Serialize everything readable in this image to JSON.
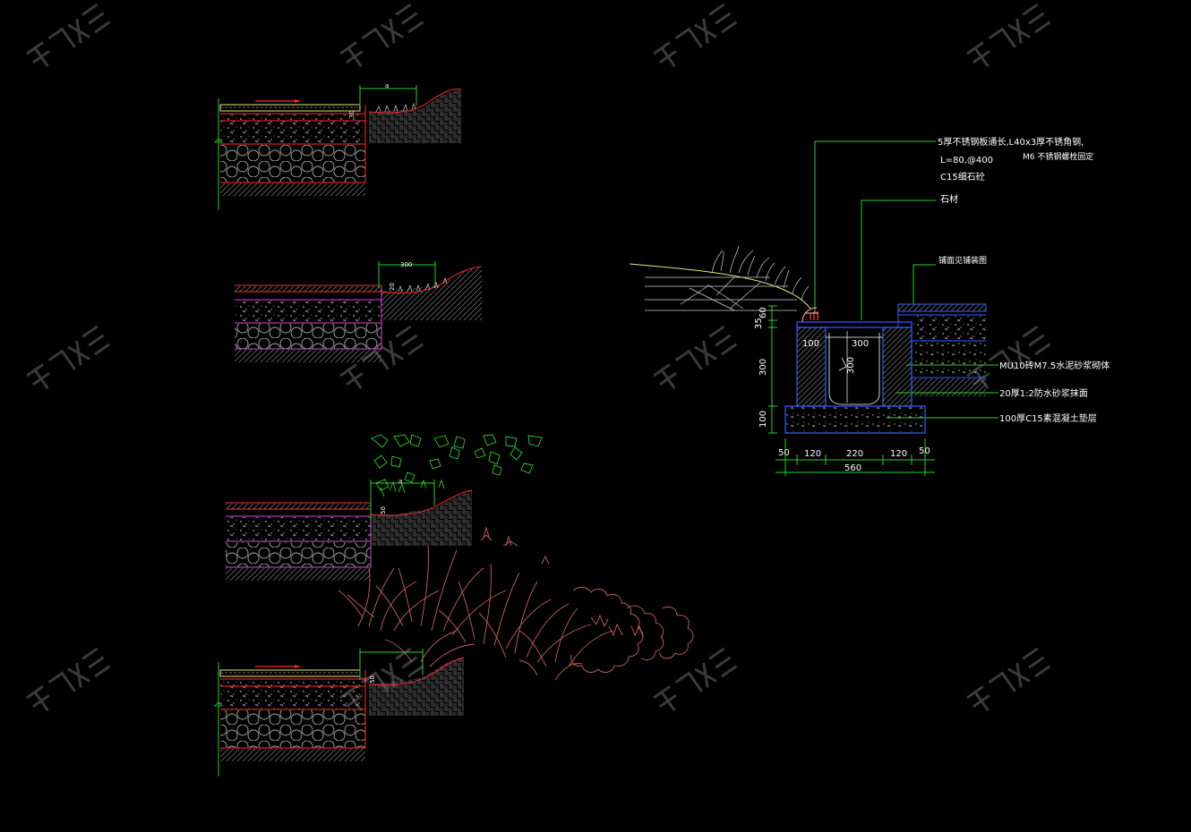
{
  "drawing": {
    "colors": {
      "background": "#000000",
      "pavement_red": "#ff2a2a",
      "pavement_magenta": "#e040e0",
      "dimension_green": "#27d127",
      "drain_blue": "#3a5bff",
      "plant_pink": "#c86060",
      "paving_yellow": "#e6e680",
      "hatch_gray": "#9a9a9a"
    },
    "sections": [
      {
        "name": "edge-section-1",
        "dim_top": "a",
        "dim_side": "30"
      },
      {
        "name": "edge-section-2",
        "dim_top": "300",
        "dim_side": "20"
      },
      {
        "name": "edge-section-3",
        "dim_top": "a",
        "dim_side": "50"
      },
      {
        "name": "edge-section-4",
        "dim_top": "",
        "dim_side": "50"
      }
    ],
    "drain_detail": {
      "annotations": {
        "steel_grate": "5厚不锈钢板通长,L40x3厚不锈角钢,",
        "steel_spec": "L=80,@400",
        "bolt": "M6 不锈钢螺栓固定",
        "c15": "C15细石砼",
        "stone": "石材",
        "paving": "铺面见铺装图",
        "brick": "MU10砖M7.5水泥砂浆砌体",
        "waterproof": "20厚1:2防水砂浆抹面",
        "base": "100厚C15素混凝土垫层"
      },
      "dims_vertical": [
        "35",
        "60",
        "300",
        "100"
      ],
      "dims_inner": {
        "top_left": "100",
        "top_mid": "300",
        "depth": "300"
      },
      "dims_bottom": [
        "50",
        "120",
        "220",
        "120",
        "50"
      ],
      "dim_total": "560"
    }
  }
}
